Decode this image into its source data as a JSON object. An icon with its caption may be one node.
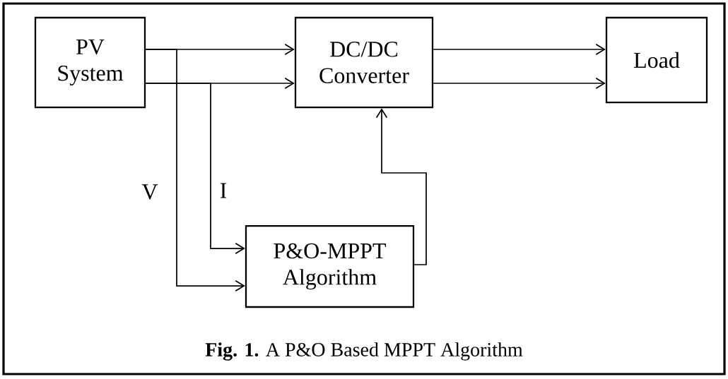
{
  "diagram": {
    "caption": "**Fig. 1.** A P&O Based MPPT Algorithm",
    "nodes": [
      {
        "text": [
          "PV System"
        ]
      },
      {
        "text": [
          "DC/DC Converter"
        ]
      },
      {
        "text": [
          "Load"
        ]
      },
      {
        "text": [
          "P&O-MPPT Algorithm"
        ]
      }
    ],
    "edges": [
      {
        "from": 0,
        "to": 1,
        "arrow": "to"
      },
      {
        "from": 0,
        "to": 1,
        "arrow": "to"
      },
      {
        "from": 1,
        "to": 2,
        "arrow": "to"
      },
      {
        "from": 1,
        "to": 2,
        "arrow": "to"
      },
      {
        "from": 0,
        "to": 3,
        "arrow": "to",
        "label": "V"
      },
      {
        "from": 0,
        "to": 3,
        "arrow": "to",
        "label": "I"
      },
      {
        "from": 3,
        "to": 1,
        "arrow": "to"
      }
    ]
  }
}
